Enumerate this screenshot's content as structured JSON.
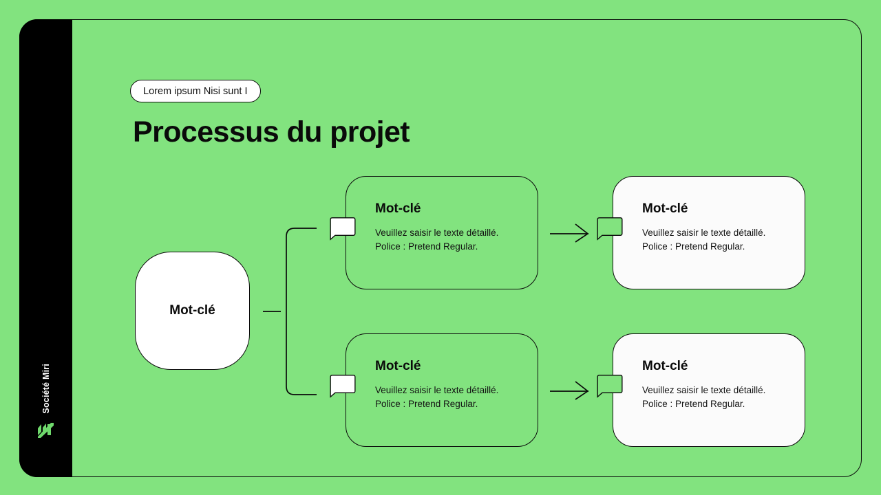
{
  "theme": {
    "background": "#82e37f",
    "sidebar": "#000000",
    "ink": "#0a0a0a",
    "card_fill": "#fbfbfb",
    "accent_logo": "#6fd96c"
  },
  "sidebar": {
    "brand": "Société Miri",
    "logo_icon": "diagonal-stripes-logo-icon"
  },
  "header": {
    "eyebrow": "Lorem ipsum Nisi sunt I",
    "title": "Processus du projet"
  },
  "diagram": {
    "root": {
      "label": "Mot-clé"
    },
    "cards": [
      {
        "id": "card-1",
        "style": "outlined",
        "title": "Mot-clé",
        "line1": "Veuillez saisir le texte détaillé.",
        "line2": "Police : Pretend Regular."
      },
      {
        "id": "card-2",
        "style": "filled",
        "title": "Mot-clé",
        "line1": "Veuillez saisir le texte détaillé.",
        "line2": "Police : Pretend Regular."
      },
      {
        "id": "card-3",
        "style": "outlined",
        "title": "Mot-clé",
        "line1": "Veuillez saisir le texte détaillé.",
        "line2": "Police : Pretend Regular."
      },
      {
        "id": "card-4",
        "style": "filled",
        "title": "Mot-clé",
        "line1": "Veuillez saisir le texte détaillé.",
        "line2": "Police : Pretend Regular."
      }
    ],
    "connectors": [
      {
        "name": "root-stub",
        "type": "line"
      },
      {
        "name": "branch-bracket",
        "type": "bracket"
      },
      {
        "name": "arrow-top",
        "type": "arrow"
      },
      {
        "name": "arrow-bottom",
        "type": "arrow"
      }
    ]
  }
}
